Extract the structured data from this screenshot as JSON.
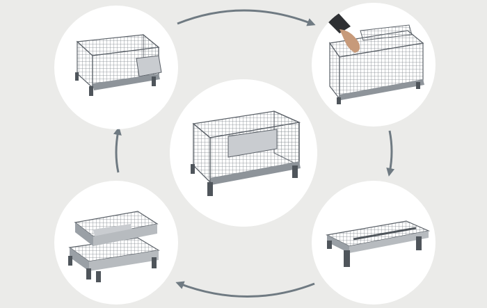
{
  "palette": {
    "background": "#ebebe9",
    "circle_fill": "#ffffff",
    "arrow": "#6f7a82",
    "metal_light": "#c9ccd0",
    "metal_mid": "#8e949a",
    "metal_dark": "#4f555b"
  },
  "steps": [
    {
      "name": "collapsing-side",
      "icon": "wire-cage-panel-folding-icon"
    },
    {
      "name": "hand-folding",
      "icon": "hand-folding-cage-icon"
    },
    {
      "name": "folded-flat",
      "icon": "folded-cage-flat-icon"
    },
    {
      "name": "stacked",
      "icon": "stacked-folded-cages-icon"
    },
    {
      "name": "assembled",
      "icon": "assembled-wire-cage-icon"
    }
  ]
}
